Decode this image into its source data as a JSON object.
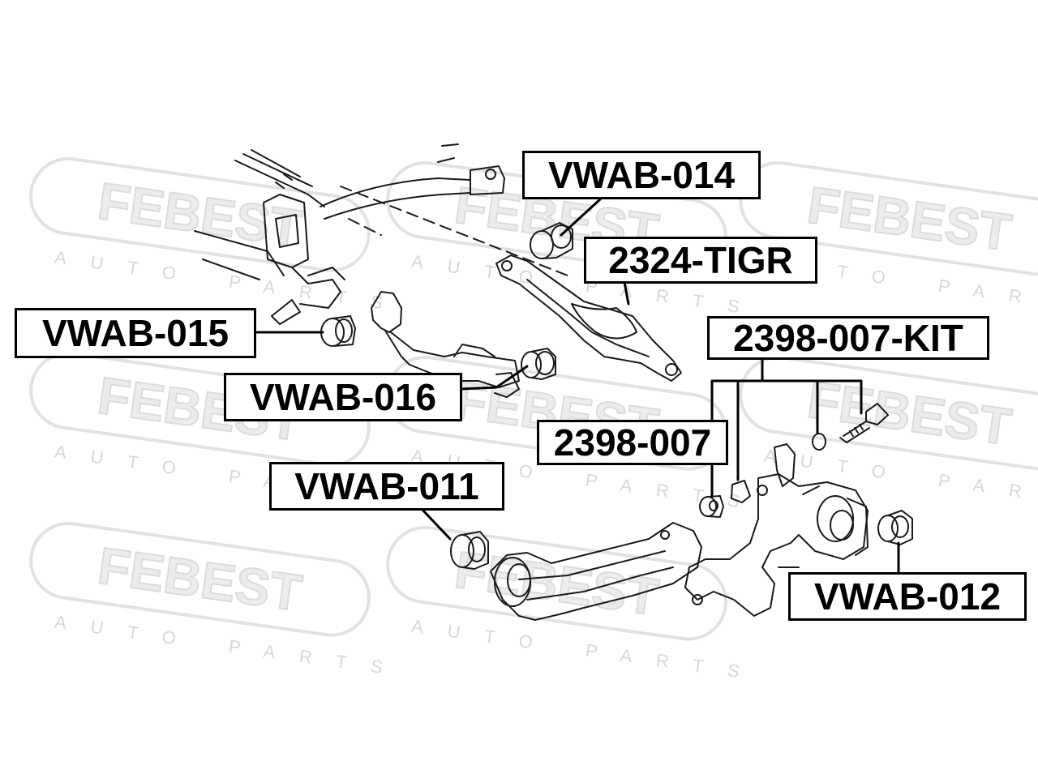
{
  "watermark": {
    "brand": "FEBEST",
    "sub": "AUTO PARTS",
    "color": "#e2e2e2"
  },
  "labels": {
    "vwab_014": "VWAB-014",
    "tigr_2324": "2324-TIGR",
    "kit_2398_007": "2398-007-KIT",
    "vwab_015": "VWAB-015",
    "vwab_016": "VWAB-016",
    "part_2398_007": "2398-007",
    "vwab_011": "VWAB-011",
    "vwab_012": "VWAB-012"
  }
}
